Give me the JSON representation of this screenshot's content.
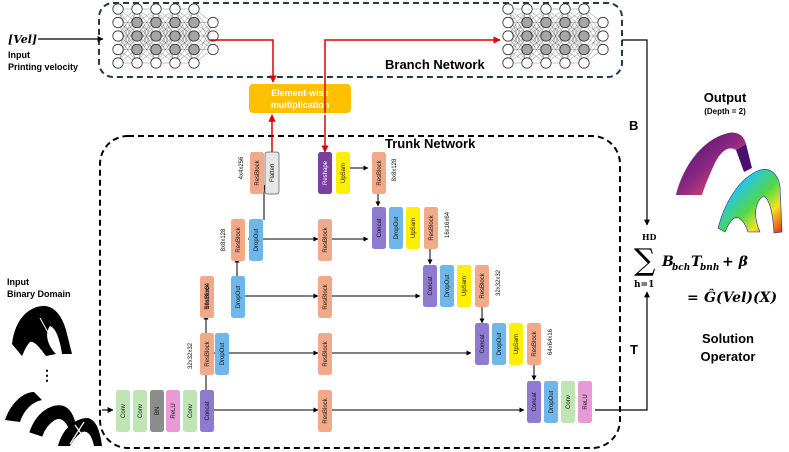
{
  "input_velocity": {
    "symbol": "[Vel]",
    "line1": "Input",
    "line2": "Printing velocity"
  },
  "input_domain": {
    "line1": "Input",
    "line2": "Binary Domain",
    "dots": "⋮"
  },
  "branch": {
    "title": "Branch Network"
  },
  "trunk": {
    "title": "Trunk Network"
  },
  "multiply": {
    "line1": "Element-wise",
    "line2": "multiplication"
  },
  "output": {
    "title": "Output",
    "depth": "(Depth = 2)"
  },
  "labels": {
    "b": "B",
    "t": "T"
  },
  "formula": {
    "sum": "∑",
    "upper": "HD",
    "lower": "h=1",
    "term": "B",
    "term_sub1": "bch",
    "term_t": "T",
    "term_sub2": "bnh",
    "plus": "+ β",
    "equals": "=",
    "operator": "Ĝ(Vel)(X)"
  },
  "solution": {
    "line1": "Solution",
    "line2": "Operator"
  },
  "blocks": {
    "conv": "Conv",
    "bn": "BN",
    "relu": "ReLU",
    "concat": "Concat",
    "resblock": "ResBlock",
    "dropout": "DropOut",
    "upsam": "UpSam",
    "flatten": "Flatten",
    "reshape": "Reshape"
  },
  "dims": {
    "d32": "32x32x32",
    "d16": "16x16x64",
    "d8": "8x8x128",
    "d4": "4x4x256",
    "d8b": "8x8x128",
    "d16b": "16x16x64",
    "d32b": "32x32x32",
    "d64": "64x64x16"
  },
  "colors": {
    "conv": "#bfe5b5",
    "bn": "#8c8c8c",
    "relu": "#e79ad6",
    "concat": "#8e7bd0",
    "resblock": "#f2a98a",
    "dropout": "#6fb7e8",
    "upsam": "#ffef00",
    "flatten": "#e6e6e6",
    "reshape": "#7b3fa0",
    "multiply": "#ffc000",
    "arrow_red": "#e00000",
    "node": "#a6a6a6"
  }
}
